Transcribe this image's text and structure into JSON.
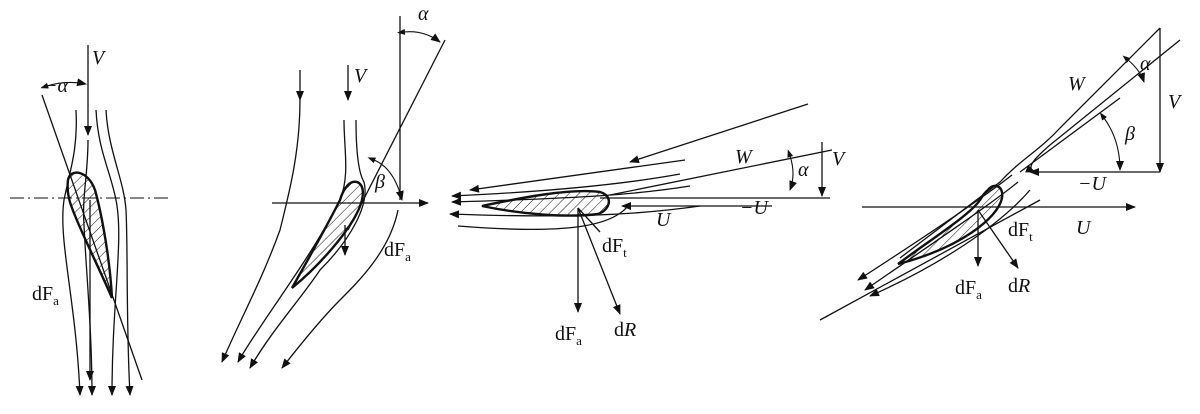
{
  "labels": {
    "V": "V",
    "alpha": "α",
    "neg_alpha": "−α",
    "beta": "β",
    "W": "W",
    "U": "U",
    "neg_U": "−U",
    "dFa_main": "dF",
    "dFa_sub": "a",
    "dFt_main": "dF",
    "dFt_sub": "t",
    "dR_d": "d",
    "dR_R": "R"
  }
}
